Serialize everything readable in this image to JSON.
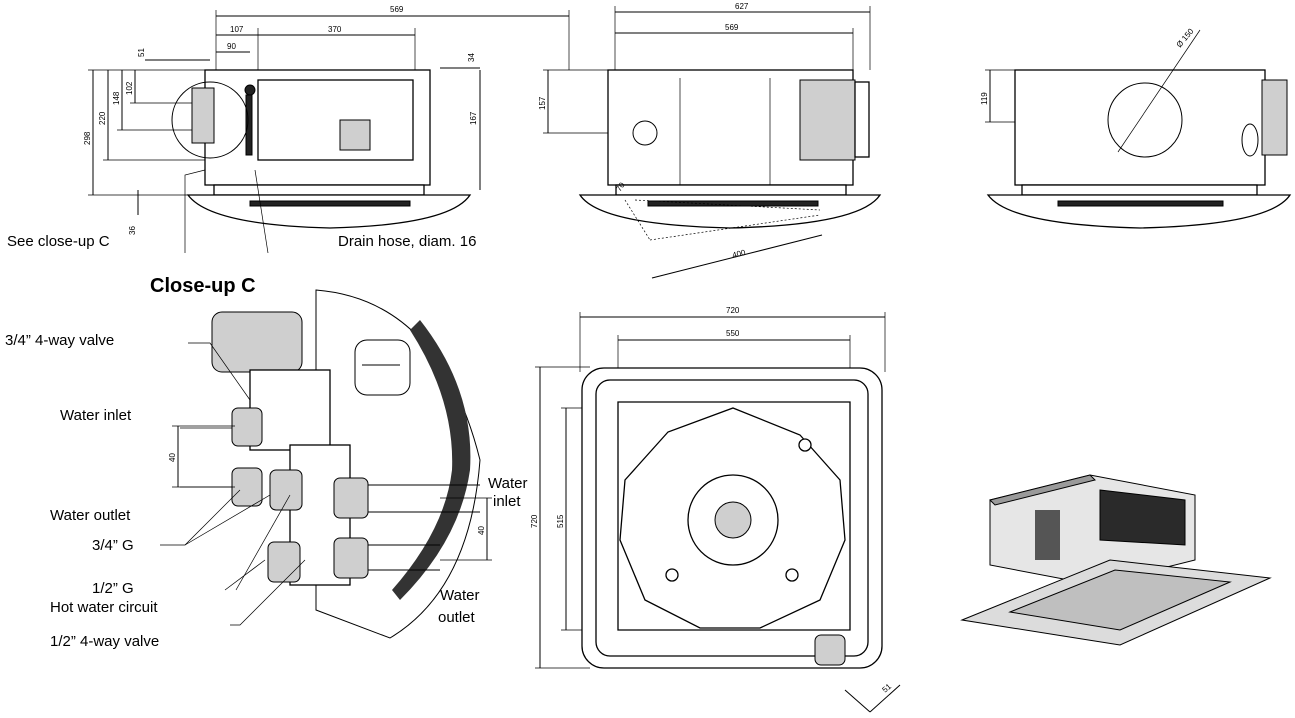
{
  "dimensions": {
    "side_width_569": "569",
    "side_107": "107",
    "side_370": "370",
    "side_90": "90",
    "side_51": "51",
    "side_34": "34",
    "side_102": "102",
    "side_148": "148",
    "side_220": "220",
    "side_298": "298",
    "side_167": "167",
    "side_36": "36",
    "front_627": "627",
    "front_569": "569",
    "front_157": "157",
    "front_70": "70",
    "front_400": "400",
    "right_119": "119",
    "right_dia150": "Ø 150",
    "bottom_720_w": "720",
    "bottom_550": "550",
    "bottom_720_h": "720",
    "bottom_515": "515",
    "bottom_51": "51",
    "closeup_40_a": "40",
    "closeup_40_b": "40"
  },
  "labels": {
    "see_closeup": "See close-up C",
    "drain_hose": "Drain hose, diam. 16",
    "closeup_title": "Close-up C",
    "valve_34": "3/4” 4-way valve",
    "water_inlet_left": "Water inlet",
    "water_outlet_left": "Water outlet",
    "g_34": "3/4” G",
    "g_12": "1/2” G",
    "hot_water": "Hot water circuit",
    "valve_12": "1/2” 4-way valve",
    "water_inlet_right_1": "Water",
    "water_inlet_right_2": "inlet",
    "water_outlet_right_1": "Water",
    "water_outlet_right_2": "outlet"
  }
}
